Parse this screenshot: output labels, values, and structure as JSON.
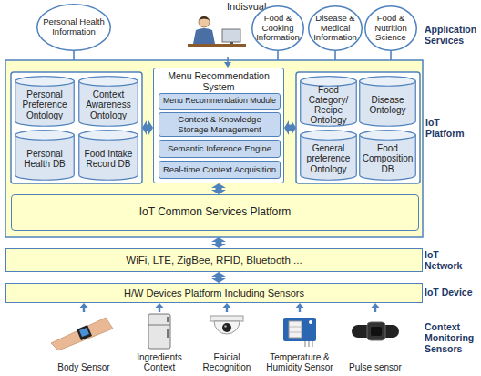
{
  "diagram": {
    "nodes": [
      {
        "text": [
          "Personal Health Information"
        ]
      },
      {
        "text": [
          "Indisvual"
        ]
      },
      {
        "text": [
          "Food & Cooking Information"
        ]
      },
      {
        "text": [
          "Disease & Medical Information"
        ]
      },
      {
        "text": [
          "Food & Nutrition Science"
        ]
      },
      {
        "text": [
          "IoT Platform"
        ]
      },
      {
        "text": [
          "Personal Preference Ontology"
        ],
        "in": 5
      },
      {
        "text": [
          "Context Awareness Ontology"
        ],
        "in": 5
      },
      {
        "text": [
          "Personal Health DB"
        ],
        "in": 5
      },
      {
        "text": [
          "Food Intake Record DB"
        ],
        "in": 5
      },
      {
        "text": [
          "Menu Recommendation System"
        ],
        "in": 5
      },
      {
        "text": [
          "Menu Recommendation Module"
        ],
        "in": 10
      },
      {
        "text": [
          "Context & Knowledge Storage Management"
        ],
        "in": 10
      },
      {
        "text": [
          "Semantic Inference Engine"
        ],
        "in": 10
      },
      {
        "text": [
          "Real-time Context Acquisition"
        ],
        "in": 10
      },
      {
        "text": [
          "Food Category/ Recipe Ontology"
        ],
        "in": 5
      },
      {
        "text": [
          "Disease Ontology"
        ],
        "in": 5
      },
      {
        "text": [
          "General preference Ontology"
        ],
        "in": 5
      },
      {
        "text": [
          "Food Composition DB"
        ],
        "in": 5
      },
      {
        "text": [
          "IoT Common Services Platform"
        ],
        "in": 5
      },
      {
        "text": [
          "WiFi, LTE, ZigBee, RFID, Bluetooth ...",
          "IoT Network"
        ]
      },
      {
        "text": [
          "H/W Devices Platform Including Sensors",
          "IoT Device"
        ]
      },
      {
        "text": [
          "Body Sensor"
        ]
      },
      {
        "text": [
          "Ingredients Context"
        ]
      },
      {
        "text": [
          "Faicial Recognition"
        ]
      },
      {
        "text": [
          "Temperature & Humidity Sensor"
        ]
      },
      {
        "text": [
          "Pulse sensor"
        ]
      }
    ],
    "edges": [
      {
        "from": 0,
        "to": 5,
        "arrow": "none"
      },
      {
        "from": 1,
        "to": 10,
        "arrow": "to"
      },
      {
        "from": 2,
        "to": 5,
        "arrow": "none"
      },
      {
        "from": 3,
        "to": 5,
        "arrow": "none"
      },
      {
        "from": 4,
        "to": 5,
        "arrow": "none"
      },
      {
        "from": 10,
        "to": 19,
        "arrow": "both"
      },
      {
        "from": 5,
        "to": 20,
        "arrow": "both"
      },
      {
        "from": 20,
        "to": 21,
        "arrow": "both"
      },
      {
        "from": 22,
        "to": 21,
        "arrow": "to"
      },
      {
        "from": 23,
        "to": 21,
        "arrow": "to"
      },
      {
        "from": 24,
        "to": 21,
        "arrow": "to"
      },
      {
        "from": 25,
        "to": 21,
        "arrow": "to"
      },
      {
        "from": 26,
        "to": 21,
        "arrow": "to"
      }
    ],
    "labels": [
      "Application Services",
      "Context Monitoring Sensors"
    ]
  }
}
